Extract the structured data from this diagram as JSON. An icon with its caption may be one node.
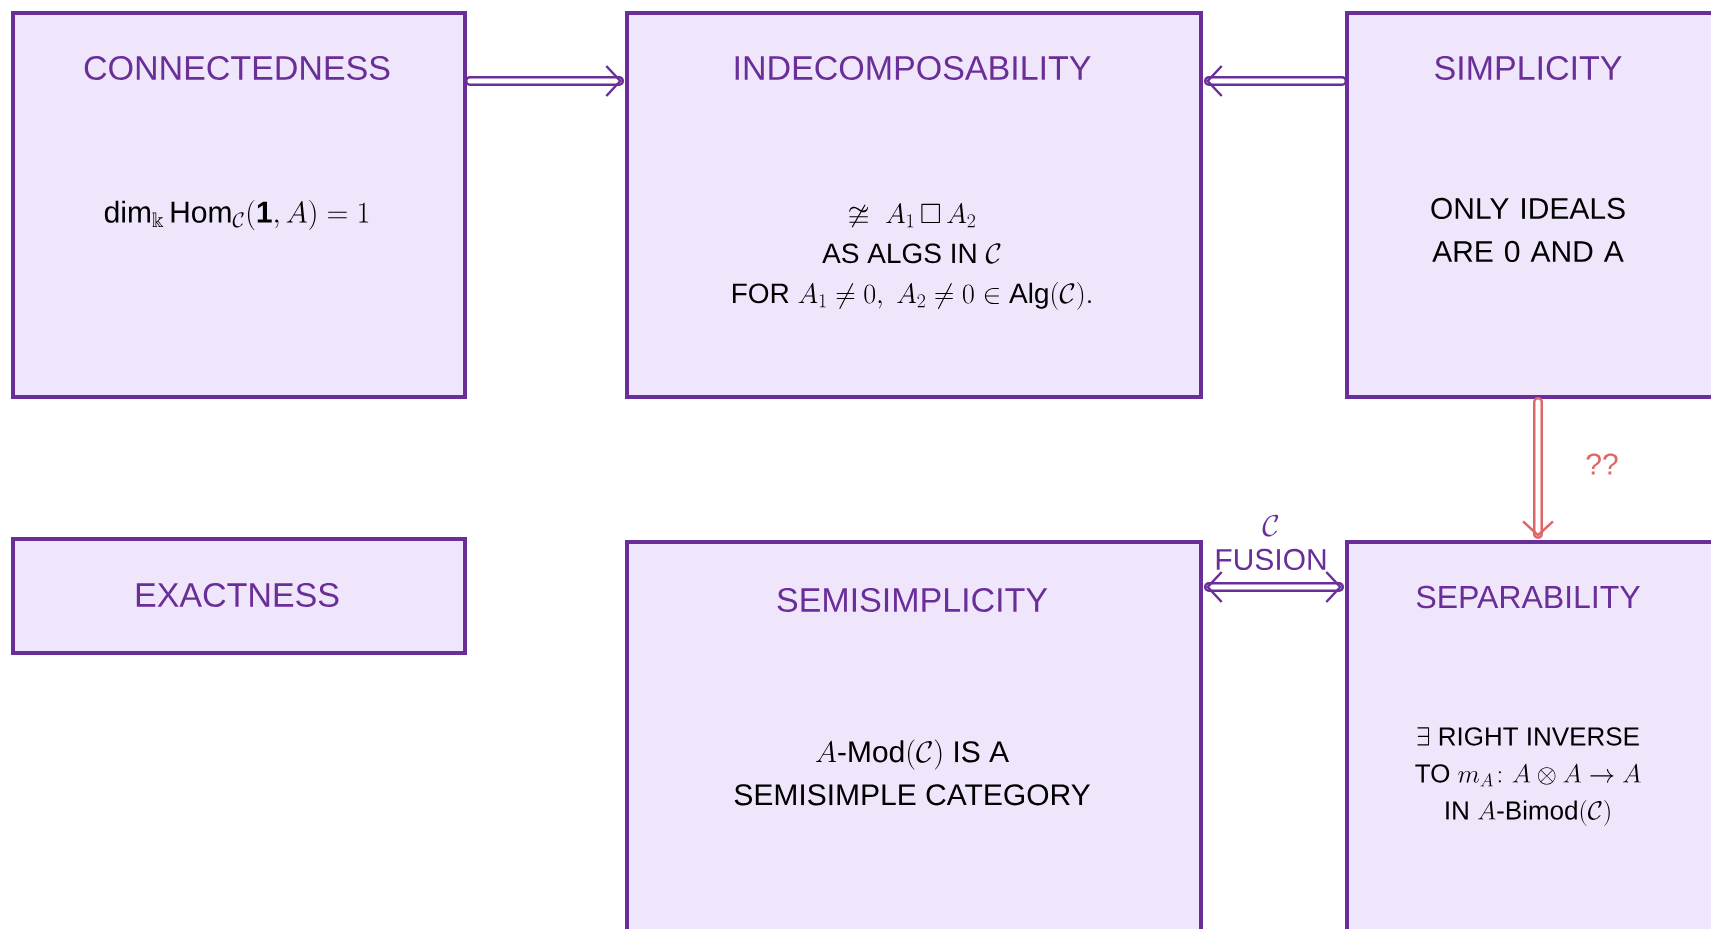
{
  "diagram": {
    "nodes": [
      {
        "text": [
          "CONNECTEDNESS",
          "\\dim_{\\Bbbk}\\mathrm{Hom}_{\\mathcal{C}}(\\mathbf{1},A)=1"
        ]
      },
      {
        "text": [
          "INDECOMPOSABILITY",
          "\\begin{array}{c}\\ncong\\ A_1\\,\\square\\,A_2\\\\ \\mbox{AS ALGS IN }\\mathcal{C}\\\\ \\mbox{FOR }A_1\\neq 0,\\ A_2\\neq 0\\in\\mathrm{Alg}(\\mathcal{C}).\\end{array}"
        ]
      },
      {
        "text": [
          "SIMPLICITY",
          "ONLY IDEALS ARE 0 AND A"
        ]
      },
      {
        "text": [
          "EXACTNESS"
        ]
      },
      {
        "text": [
          "SEMISIMPLICITY",
          "\\begin{array}{c}A\\mbox{-}\\mathrm{Mod}(\\mathcal{C})\\ \\mbox{IS A}\\\\ \\mbox{SEMISIMPLE CATEGORY}\\end{array}"
        ]
      },
      {
        "text": [
          "SEPARABILITY",
          "\\begin{array}{c}\\exists\\ \\mbox{RIGHT INVERSE}\\\\ \\mbox{TO }m_A\\colon A\\otimes A\\to A\\\\ \\mbox{IN }A\\mbox{-}\\mathrm{Bimod}(\\mathcal{C})\\end{array}"
        ]
      }
    ],
    "edges": [
      {
        "from": 0,
        "to": 1,
        "arrow": "to"
      },
      {
        "from": 2,
        "to": 1,
        "arrow": "to"
      },
      {
        "from": 2,
        "to": 5,
        "arrow": "to",
        "label": "??",
        "color": "#e06666"
      },
      {
        "from": 4,
        "to": 5,
        "arrow": "both",
        "label": "\\begin{array}{c}\\mathcal{C}\\\\ \\mbox{FUSION}\\end{array}"
      }
    ]
  }
}
